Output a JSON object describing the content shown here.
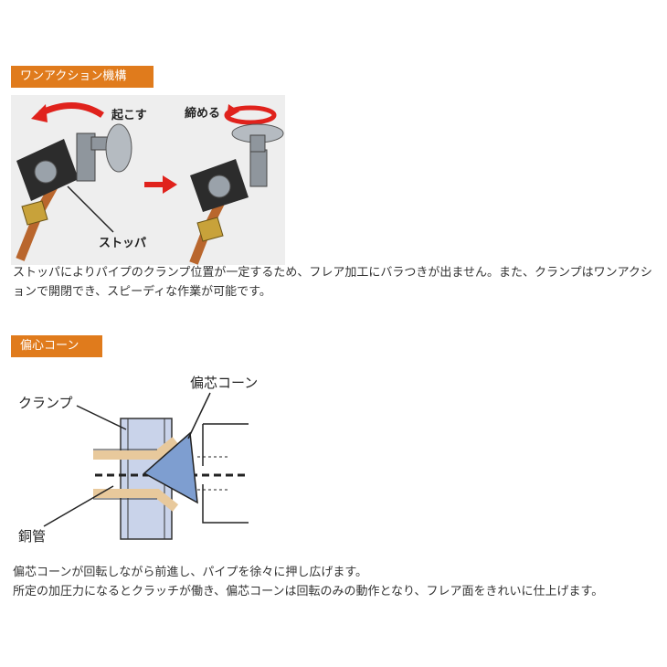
{
  "section1": {
    "tag": "ワンアクション機構",
    "figure": {
      "label_raise": "起こす",
      "label_tighten": "締める",
      "label_stopper": "ストッパ"
    },
    "text": "ストッパによりパイプのクランプ位置が一定するため、フレア加工にバラつきが出ません。また、クランプはワンアクションで開閉でき、スピーディな作業が可能です。"
  },
  "section2": {
    "tag": "偏心コーン",
    "figure": {
      "label_cone": "偏芯コーン",
      "label_clamp": "クランプ",
      "label_pipe": "銅管"
    },
    "text_line1": "偏芯コーンが回転しながら前進し、パイプを徐々に押し広げます。",
    "text_line2": "所定の加圧力になるとクラッチが働き、偏芯コーンは回転のみの動作となり、フレア面をきれいに仕上げます。"
  },
  "colors": {
    "tag_bg": "#e07b1c",
    "arrow_red": "#e0221c",
    "cone_blue": "#7e9ed0",
    "clamp_blue": "#c9d3ea",
    "pipe_tan": "#e8c99c"
  }
}
